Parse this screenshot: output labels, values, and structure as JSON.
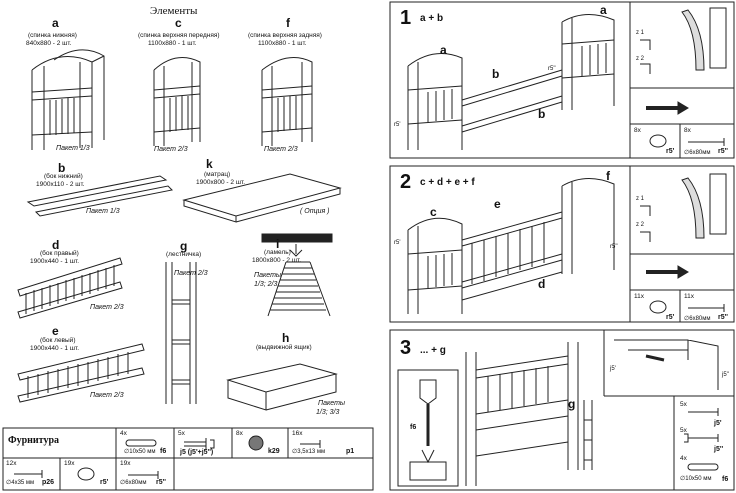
{
  "left": {
    "title": "Элементы",
    "a": {
      "letter": "a",
      "desc": "(спинка нижняя)",
      "size": "840x880 - 2 шт.",
      "pack": "Пакет 1/3"
    },
    "c": {
      "letter": "c",
      "desc": "(спинка верхняя передняя)",
      "size": "1100x880 - 1 шт.",
      "pack": "Пакет 2/3"
    },
    "f": {
      "letter": "f",
      "desc": "(спинка верхняя задняя)",
      "size": "1100x880 - 1 шт.",
      "pack": "Пакет 2/3"
    },
    "b": {
      "letter": "b",
      "desc": "(бок нижний)",
      "size": "1900x110 - 2 шт.",
      "pack": "Пакет 1/3"
    },
    "k": {
      "letter": "k",
      "desc": "(матрац)",
      "size": "1900x800 - 2 шт.",
      "pack": "( Опция )"
    },
    "d": {
      "letter": "d",
      "desc": "(бок правый)",
      "size": "1900x440 - 1 шт.",
      "pack": "Пакет 2/3"
    },
    "g": {
      "letter": "g",
      "desc": "(лестничка)",
      "pack": "Пакет 2/3"
    },
    "i": {
      "letter": "i",
      "desc": "(ламель)",
      "size": "1800x800 - 2 шт.",
      "pack1": "Пакеты",
      "pack2": "1/3; 2/3"
    },
    "e": {
      "letter": "e",
      "desc": "(бок левый)",
      "size": "1900x440 - 1 шт.",
      "pack": "Пакет 2/3"
    },
    "h": {
      "letter": "h",
      "desc": "(выдвижной ящик)",
      "pack1": "Пакеты",
      "pack2": "1/3; 3/3"
    },
    "fittings": {
      "title": "Фурнитура",
      "items": [
        {
          "qty": "4x",
          "size": "∅10x50 мм",
          "code": "f6"
        },
        {
          "qty": "5x",
          "size": "",
          "code": "j5 (j5'+j5'')"
        },
        {
          "qty": "8x",
          "size": "",
          "code": "k29"
        },
        {
          "qty": "16x",
          "size": "∅3,5x13 мм",
          "code": "p1"
        },
        {
          "qty": "12x",
          "size": "∅4x35 мм",
          "code": "p26"
        },
        {
          "qty": "19x",
          "size": "",
          "code": "r5'"
        },
        {
          "qty": "19x",
          "size": "∅6x80мм",
          "code": "r5''"
        }
      ]
    }
  },
  "right": {
    "step1": {
      "num": "1",
      "parts": "a + b",
      "labels": {
        "a1": "a",
        "a2": "a",
        "b1": "b",
        "b2": "b",
        "r5": "r5'",
        "r5b": "r5''",
        "z1": "z 1",
        "z2": "z 2"
      },
      "hw": [
        {
          "qty": "8x",
          "code": "r5'"
        },
        {
          "qty": "8x",
          "size": "∅6x80мм",
          "code": "r5''"
        }
      ]
    },
    "step2": {
      "num": "2",
      "parts": "c + d + e + f",
      "labels": {
        "c": "c",
        "e": "e",
        "f": "f",
        "d": "d",
        "r5": "r5'",
        "r5b": "r5''",
        "z1": "z 1",
        "z2": "z 2"
      },
      "hw": [
        {
          "qty": "11x",
          "code": "r5'"
        },
        {
          "qty": "11x",
          "size": "∅6x80мм",
          "code": "r5''"
        }
      ]
    },
    "step3": {
      "num": "3",
      "parts": "... + g",
      "labels": {
        "f6": "f6",
        "g": "g",
        "j5a": "j5'",
        "j5b": "j5''"
      },
      "hw": [
        {
          "qty": "5x",
          "code": "j5'"
        },
        {
          "qty": "5x",
          "code": "j5''"
        },
        {
          "qty": "4x",
          "size": "∅10x50 мм",
          "code": "f6"
        }
      ]
    }
  }
}
